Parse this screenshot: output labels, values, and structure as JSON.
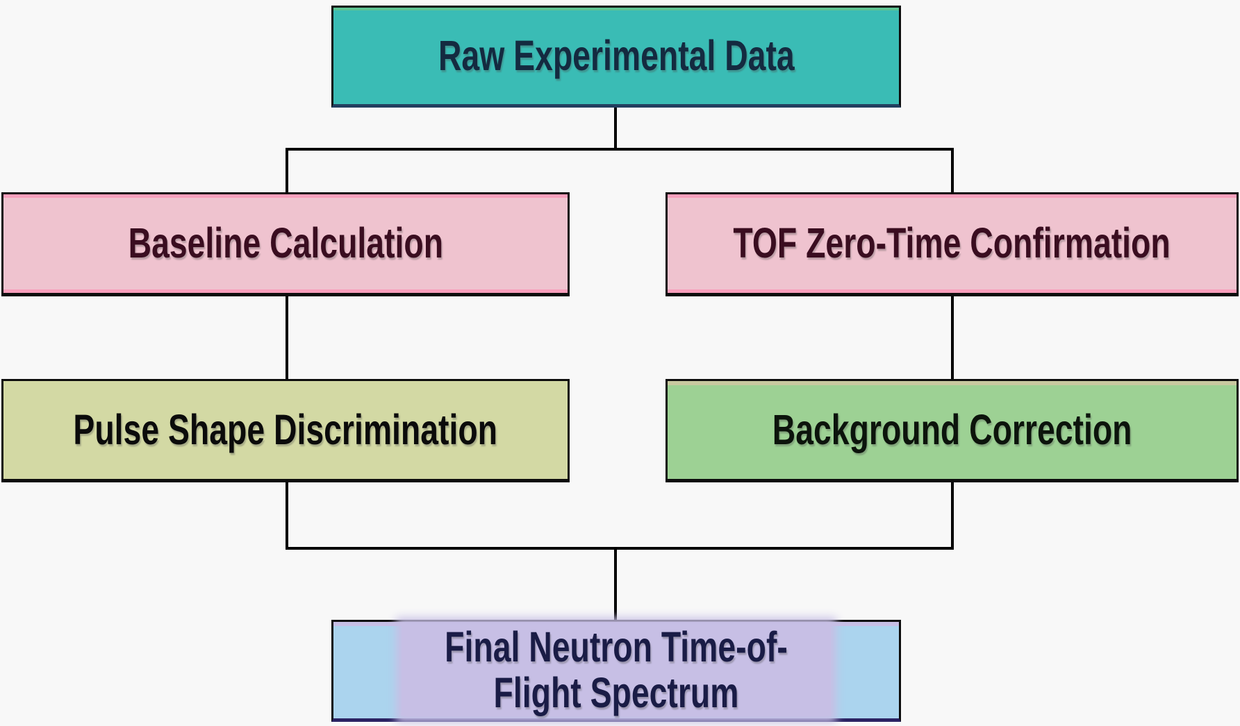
{
  "flowchart": {
    "background_color": "#f8f8f8",
    "connector_color": "#000000",
    "nodes": {
      "raw": {
        "label": "Raw Experimental Data",
        "fill": "#3abcb5",
        "text_color": "#142a40",
        "accent": "#5ec493",
        "border_bottom": "#223f5f"
      },
      "baseline": {
        "label": "Baseline Calculation",
        "fill": "#efc3cf",
        "text_color": "#3a0d20",
        "accent": "#f89fbc"
      },
      "tof": {
        "label": "TOF Zero-Time Confirmation",
        "fill": "#efc3cf",
        "text_color": "#3a0d20",
        "accent": "#f89fbc"
      },
      "pulse": {
        "label": "Pulse Shape Discrimination",
        "fill": "#d3d9a4",
        "text_color": "#0b0b0b"
      },
      "background_correction": {
        "label": "Background Correction",
        "fill": "#9dd194",
        "text_color": "#0c140c",
        "accent": "#c8c9a0"
      },
      "final": {
        "label": "Final Neutron Time-of-Flight Spectrum",
        "fill": "#abd4ee",
        "text_color": "#1a1c46",
        "accent": "#c7bfe5",
        "border_bottom": "#2a2263"
      }
    },
    "edges": [
      {
        "from": "raw",
        "to": "baseline"
      },
      {
        "from": "raw",
        "to": "tof"
      },
      {
        "from": "baseline",
        "to": "pulse"
      },
      {
        "from": "tof",
        "to": "background_correction"
      },
      {
        "from": "pulse",
        "to": "final"
      },
      {
        "from": "background_correction",
        "to": "final"
      }
    ]
  }
}
